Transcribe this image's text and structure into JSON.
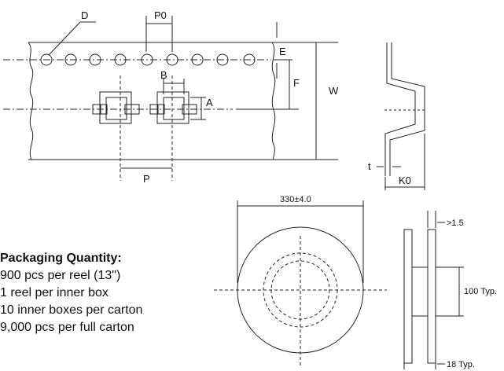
{
  "tape": {
    "labels": {
      "D": "D",
      "P0": "P0",
      "E": "E",
      "F": "F",
      "W": "W",
      "B": "B",
      "A": "A",
      "P": "P",
      "t": "t",
      "K0": "K0"
    }
  },
  "reel": {
    "diameter": "330±4.0",
    "flange_thickness": ">1.5",
    "hub": "100 Typ.",
    "width": "18 Typ."
  },
  "packaging": {
    "title": "Packaging Quantity:",
    "lines": [
      "900 pcs per reel (13\")",
      "1 reel per inner box",
      "10 inner boxes per carton",
      "9,000 pcs per full carton"
    ]
  }
}
